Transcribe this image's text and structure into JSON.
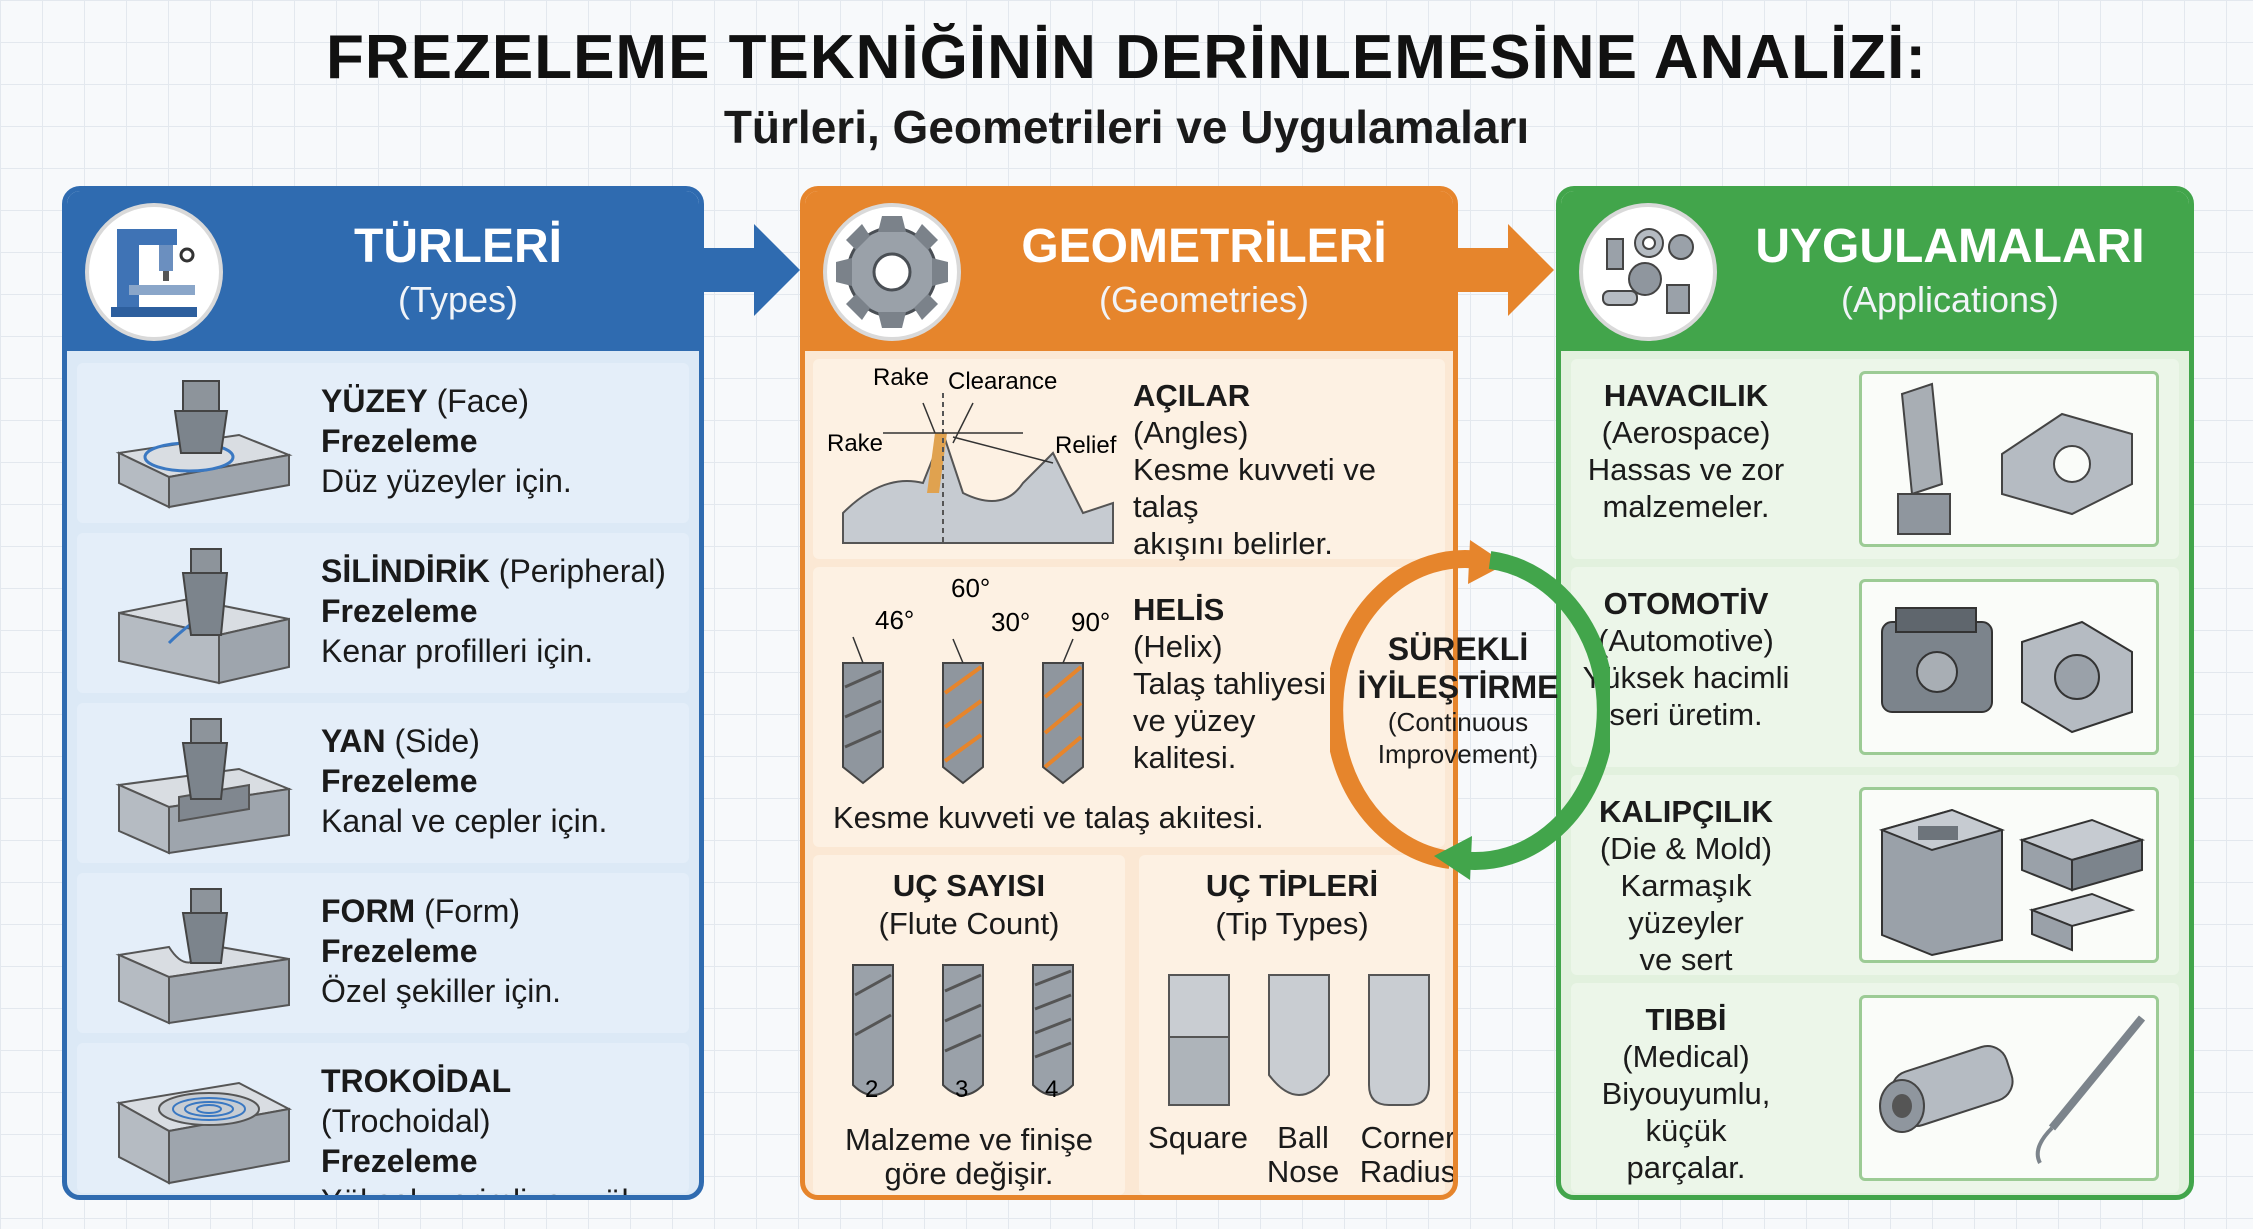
{
  "header": {
    "title": "FREZELEME TEKNİĞİNİN DERİNLEMESİNE ANALİZİ:",
    "subtitle": "Türleri, Geometrileri ve Uygulamaları"
  },
  "types": {
    "title": "TÜRLERİ",
    "subtitle": "(Types)",
    "items": [
      {
        "name": "YÜZEY",
        "en": "(Face)",
        "word": "Frezeleme",
        "desc": "Düz yüzeyler için."
      },
      {
        "name": "SİLİNDİRİK",
        "en": "(Peripheral)",
        "word": "Frezeleme",
        "desc": "Kenar profilleri için."
      },
      {
        "name": "YAN",
        "en": "(Side)",
        "word": "Frezeleme",
        "desc": "Kanal ve cepler için."
      },
      {
        "name": "FORM",
        "en": "(Form)",
        "word": "Frezeleme",
        "desc": "Özel şekiller için."
      },
      {
        "name": "TROKOİDAL",
        "en": "(Trochoidal)",
        "word": "Frezeleme",
        "desc": "Yüksek verimli, az yük."
      }
    ]
  },
  "geometries": {
    "title": "GEOMETRİLERİ",
    "subtitle": "(Geometries)",
    "angles": {
      "title": "AÇILAR",
      "en": "(Angles)",
      "desc1": "Kesme kuvveti ve talaş",
      "desc2": "akışını belirler.",
      "labels": {
        "rake_top": "Rake",
        "clearance": "Clearance",
        "rake_left": "Rake",
        "relief": "Relief"
      }
    },
    "helix": {
      "title": "HELİS",
      "en": "(Helix)",
      "desc1": "Talaş tahliyesi",
      "desc2": "ve yüzey",
      "desc3": "kalitesi.",
      "angles": {
        "a60": "60°",
        "a46": "46°",
        "a30": "30°",
        "a90": "90°"
      },
      "caption": "Kesme kuvveti ve talaş akıitesi."
    },
    "flutes": {
      "title": "UÇ SAYISI",
      "en": "(Flute Count)",
      "counts": [
        "2",
        "3",
        "4"
      ],
      "desc1": "Malzeme ve finişe",
      "desc2": "göre değişir."
    },
    "tips": {
      "title": "UÇ TİPLERİ",
      "en": "(Tip Types)",
      "square": "Square",
      "ball1": "Ball",
      "ball2": "Nose",
      "corner1": "Corner",
      "corner2": "Radius"
    }
  },
  "cycle": {
    "line1": "SÜREKLİ",
    "line2": "İYİLEŞTİRME",
    "line3": "(Continuous",
    "line4": "Improvement)"
  },
  "applications": {
    "title": "UYGULAMALARI",
    "subtitle": "(Applications)",
    "items": [
      {
        "name": "HAVACILIK",
        "en": "(Aerospace)",
        "d1": "Hassas ve zor",
        "d2": "malzemeler.",
        "d3": ""
      },
      {
        "name": "OTOMOTİV",
        "en": "(Automotive)",
        "d1": "Yüksek hacimli",
        "d2": "seri üretim.",
        "d3": ""
      },
      {
        "name": "KALIPÇILIK",
        "en": "(Die & Mold)",
        "d1": "Karmaşık yüzeyler",
        "d2": "ve sert malzemeler.",
        "d3": ""
      },
      {
        "name": "TIBBİ",
        "en": "(Medical)",
        "d1": "Biyouyumlu,",
        "d2": "küçük",
        "d3": "parçalar."
      }
    ]
  },
  "colors": {
    "blue": "#2f6bb0",
    "orange": "#e6852c",
    "green": "#42a54b"
  }
}
